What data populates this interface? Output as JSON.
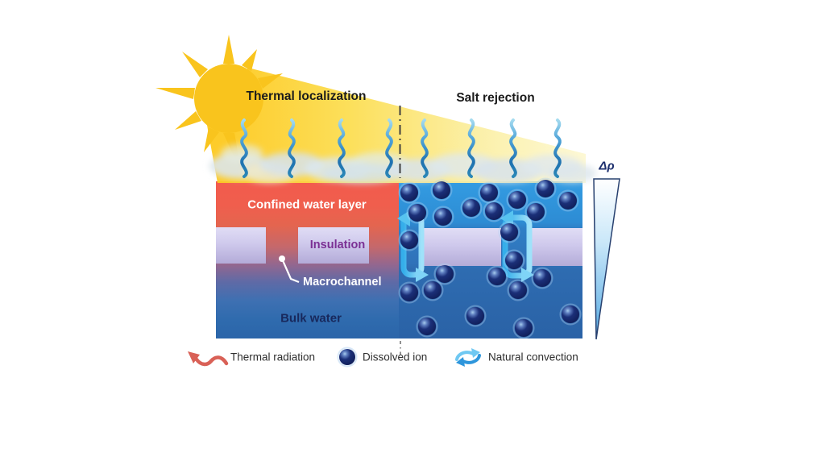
{
  "figure": {
    "sections": {
      "left_title": "Thermal localization",
      "right_title": "Salt rejection"
    },
    "labels": {
      "confined_water_layer": "Confined water layer",
      "insulation": "Insulation",
      "macrochannel": "Macrochannel",
      "bulk_water": "Bulk water",
      "density_gradient": "Δρ"
    },
    "legend": {
      "items": [
        {
          "icon": "thermal-radiation-icon",
          "label": "Thermal radiation"
        },
        {
          "icon": "dissolved-ion-icon",
          "label": "Dissolved ion"
        },
        {
          "icon": "natural-convection-icon",
          "label": "Natural convection"
        }
      ]
    },
    "colors": {
      "sun": "#F9C41D",
      "hot_layer_top": "#F25B4D",
      "bulk_water_blue": "#2D6CB0",
      "confined_blue": "#339CE2",
      "insulation_fill": "#CFC9EC",
      "insulation_text": "#7B3094",
      "ion_sphere": "#132A6E",
      "convection_arrow": "#55C2F0",
      "thermal_radiation_arrow": "#D96157"
    }
  }
}
